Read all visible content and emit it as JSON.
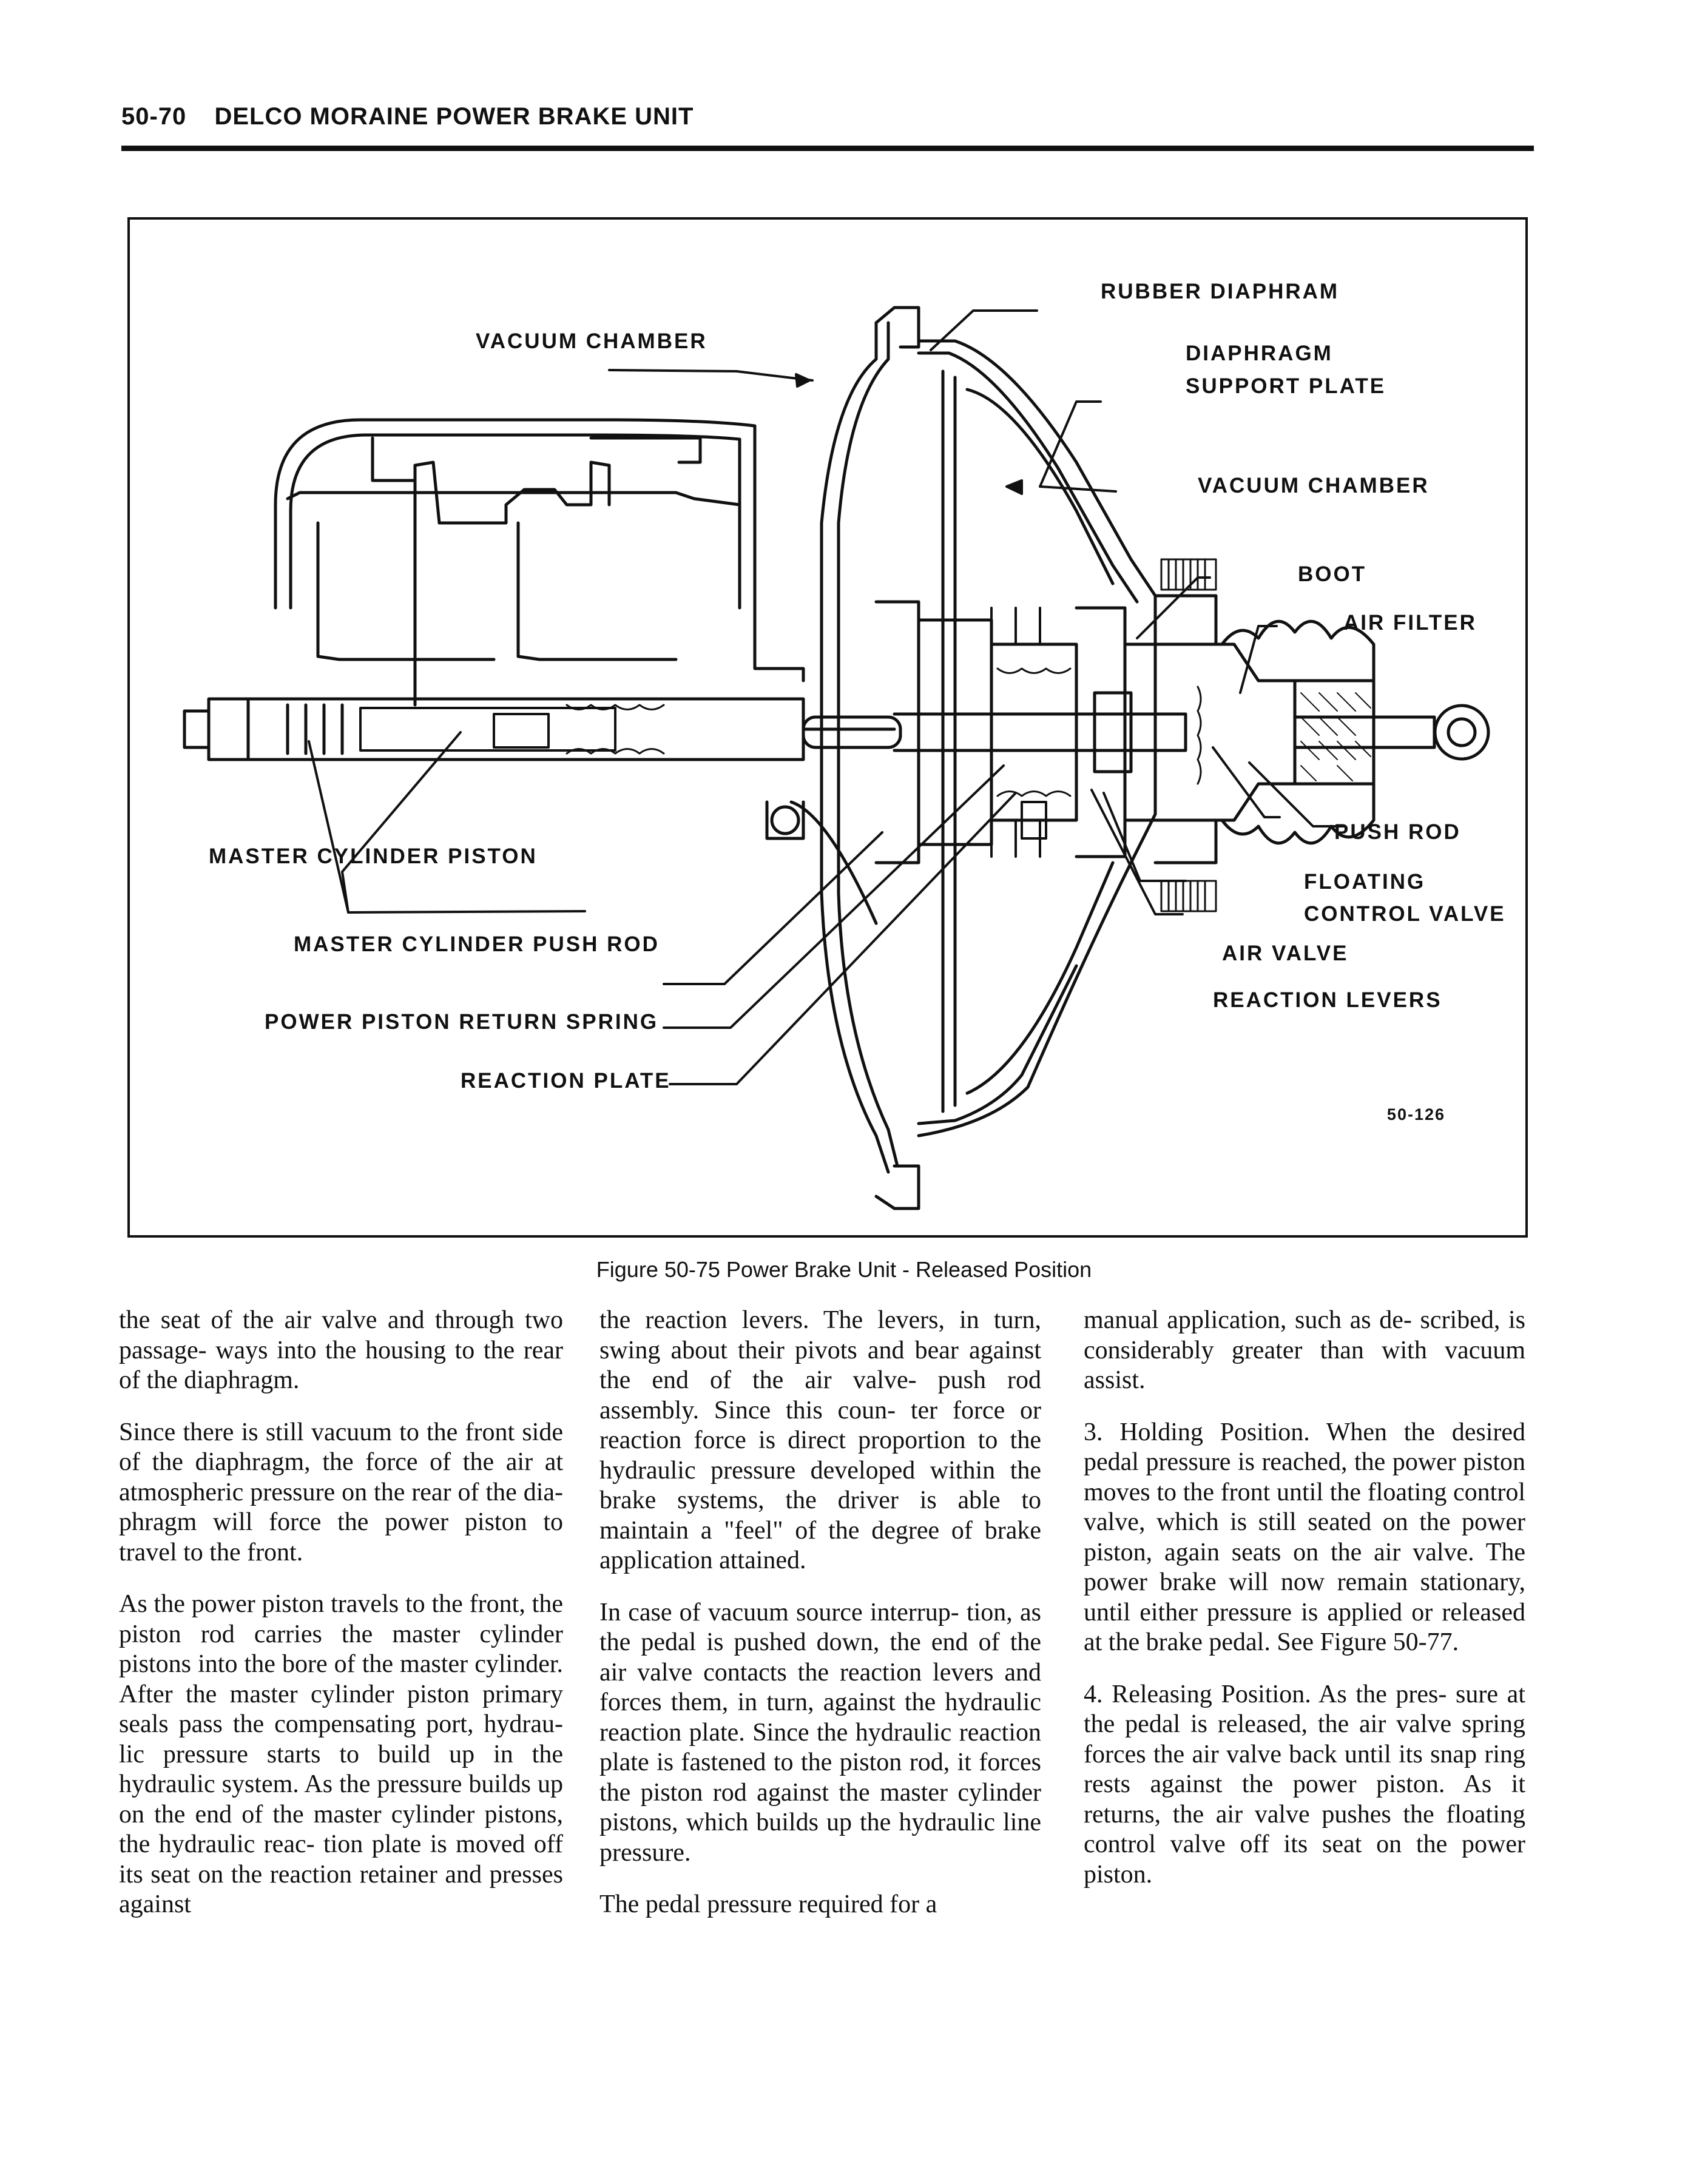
{
  "header": {
    "page_number": "50-70",
    "section_title": "DELCO MORAINE POWER BRAKE UNIT"
  },
  "figure": {
    "callouts": {
      "rubber_diaphragm": "RUBBER DIAPHRAM",
      "vacuum_chamber_front": "VACUUM CHAMBER",
      "diaphragm_support_plate_line1": "DIAPHRAGM",
      "diaphragm_support_plate_line2": "SUPPORT PLATE",
      "vacuum_chamber_rear": "VACUUM CHAMBER",
      "boot": "BOOT",
      "air_filter": "AIR FILTER",
      "master_cylinder_piston": "MASTER CYLINDER PISTON",
      "push_rod": "PUSH ROD",
      "floating_control_valve_line1": "FLOATING",
      "floating_control_valve_line2": "CONTROL VALVE",
      "master_cylinder_push_rod": "MASTER CYLINDER PUSH ROD",
      "air_valve": "AIR VALVE",
      "power_piston_return_spring": "POWER PISTON RETURN SPRING",
      "reaction_levers": "REACTION LEVERS",
      "reaction_plate": "REACTION PLATE"
    },
    "figure_code": "50-126",
    "caption": "Figure 50-75 Power Brake Unit - Released Position"
  },
  "columns": {
    "col1": [
      "the seat of the air valve and through two passage- ways into the housing to the rear of the diaphragm.",
      "Since there is still vacuum to the front side of the diaphragm, the force of the air at atmospheric pressure on the rear of the dia- phragm will force the power piston to travel to the front.",
      "As the power piston travels to the front, the piston rod carries the master cylinder pistons into the bore of the master cylinder. After the master cylinder piston primary seals pass the compensating port, hydrau- lic pressure starts to build up in the hydraulic system. As the pressure builds up on the end of the master cylinder pistons, the hydraulic reac- tion plate is moved off its seat on the reaction retainer and presses against"
    ],
    "col2": [
      "the reaction levers. The levers, in turn, swing about their pivots and bear against the end of the air valve- push rod assembly. Since this coun- ter force or reaction force is direct proportion to the hydraulic pressure developed within the brake systems, the driver is able to maintain a \"feel\" of the degree of brake application attained.",
      "In case of vacuum source interrup- tion, as the pedal is pushed down, the end of the air valve contacts the reaction levers and forces them, in turn, against the hydraulic reaction plate. Since the hydraulic reaction plate is fastened to the piston rod, it forces the piston rod against the master cylinder pistons, which builds up the hydraulic line pressure.",
      "The pedal pressure required for a"
    ],
    "col3": [
      "manual application, such as de- scribed, is considerably greater than with vacuum assist.",
      "3. Holding Position. When the desired pedal pressure is reached, the power piston moves to the front until the floating control valve, which is still seated on the power piston, again seats on the air valve. The power brake will now remain stationary, until either pressure is applied or released at the brake pedal. See Figure 50-77.",
      "4. Releasing Position. As the pres- sure at the pedal is released, the air valve spring forces the air valve back until its snap ring rests against the power piston. As it returns, the air valve pushes the floating control valve off its seat on the power piston."
    ]
  }
}
